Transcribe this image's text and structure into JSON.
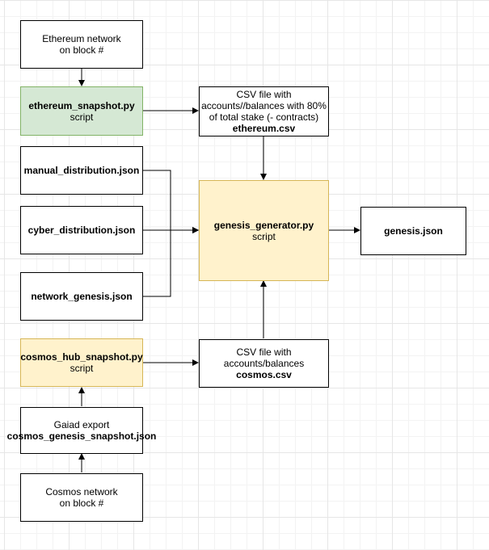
{
  "nodes": {
    "ethereum_network": {
      "line1": "Ethereum network",
      "line2": "on block #"
    },
    "ethereum_snapshot": {
      "title": "ethereum_snapshot.py",
      "subtitle": "script",
      "fill": "#d5e8d4",
      "stroke": "#82b366"
    },
    "ethereum_csv": {
      "text": "CSV file with\naccounts//balances with 80%\nof total stake (- contracts)",
      "title": "ethereum.csv"
    },
    "manual_distribution": {
      "title": "manual_distribution.json"
    },
    "cyber_distribution": {
      "title": "cyber_distribution.json"
    },
    "network_genesis": {
      "title": "network_genesis.json"
    },
    "genesis_generator": {
      "title": "genesis_generator.py",
      "subtitle": "script",
      "fill": "#fff2cc",
      "stroke": "#d6b656"
    },
    "genesis_json": {
      "title": "genesis.json"
    },
    "cosmos_hub_snapshot": {
      "title": "cosmos_hub_snapshot.py",
      "subtitle": "script",
      "fill": "#fff2cc",
      "stroke": "#d6b656"
    },
    "cosmos_csv": {
      "text": "CSV file with\naccounts/balances",
      "title": "cosmos.csv"
    },
    "gaiad_export": {
      "line1": "Gaiad export",
      "title": "cosmos_genesis_snapshot.json"
    },
    "cosmos_network": {
      "line1": "Cosmos network",
      "line2": "on block #"
    }
  },
  "edges": [
    {
      "from": "ethereum_network",
      "to": "ethereum_snapshot"
    },
    {
      "from": "ethereum_snapshot",
      "to": "ethereum_csv"
    },
    {
      "from": "ethereum_csv",
      "to": "genesis_generator"
    },
    {
      "from": "manual_distribution",
      "to": "genesis_generator"
    },
    {
      "from": "cyber_distribution",
      "to": "genesis_generator"
    },
    {
      "from": "network_genesis",
      "to": "genesis_generator"
    },
    {
      "from": "genesis_generator",
      "to": "genesis_json"
    },
    {
      "from": "cosmos_hub_snapshot",
      "to": "cosmos_csv"
    },
    {
      "from": "cosmos_csv",
      "to": "genesis_generator"
    },
    {
      "from": "gaiad_export",
      "to": "cosmos_hub_snapshot"
    },
    {
      "from": "cosmos_network",
      "to": "gaiad_export"
    }
  ]
}
